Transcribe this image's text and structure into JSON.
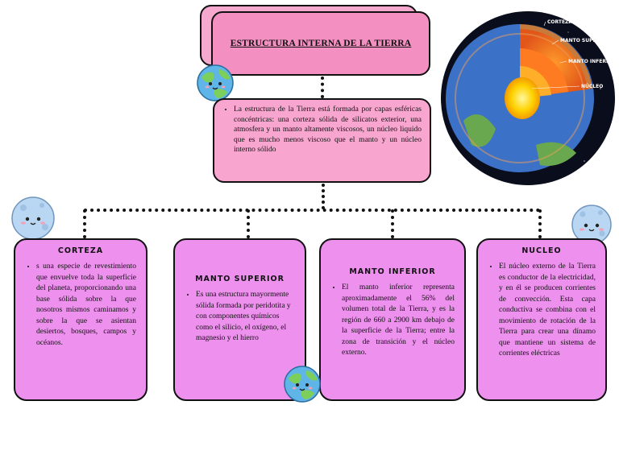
{
  "title": "ESTRUCTURA INTERNA DE LA TIERRA",
  "intro": "La estructura de la Tierra está formada por capas esféricas concéntricas: una corteza sólida de silicatos exterior, una atmosfera y un manto altamente viscosos, un núcleo liquido que es mucho menos viscoso que el manto y un núcleo interno sólido",
  "earth_labels": {
    "corteza": "CORTEZA",
    "manto_superior": "MANTO SUPERIOR",
    "manto_inferior": "MANTO INFERIOR",
    "nucleo": "NÚCLEO"
  },
  "cards": [
    {
      "title": "CORTEZA",
      "text": "s una especie de revestimiento que envuelve toda la superficie del planeta, proporcionando una base sólida sobre la que nosotros mismos caminamos y sobre la que se asientan desiertos, bosques, campos y océanos."
    },
    {
      "title": "MANTO SUPERIOR",
      "text": "Es una estructura mayormente sólida formada por peridotita y con componentes químicos como el silicio, el oxígeno, el magnesio y el hierro"
    },
    {
      "title": "MANTO INFERIOR",
      "text": "El manto inferior representa aproximadamente el 56% del volumen total de la Tierra, y es la región de 660 a 2900 km debajo de la superficie de la Tierra; entre la zona de transición y el núcleo externo."
    },
    {
      "title": "NUCLEO",
      "text": "El núcleo externo de la Tierra es conductor de la electricidad, y en él se producen corrientes de convección. Esta capa conductiva se combina con el movimiento de rotación de la Tierra para crear una dínamo que mantiene un sistema de corrientes eléctricas"
    }
  ],
  "colors": {
    "title_box": "#f38fc1",
    "intro_box": "#f8a6cf",
    "cards": "#ee90ee"
  }
}
